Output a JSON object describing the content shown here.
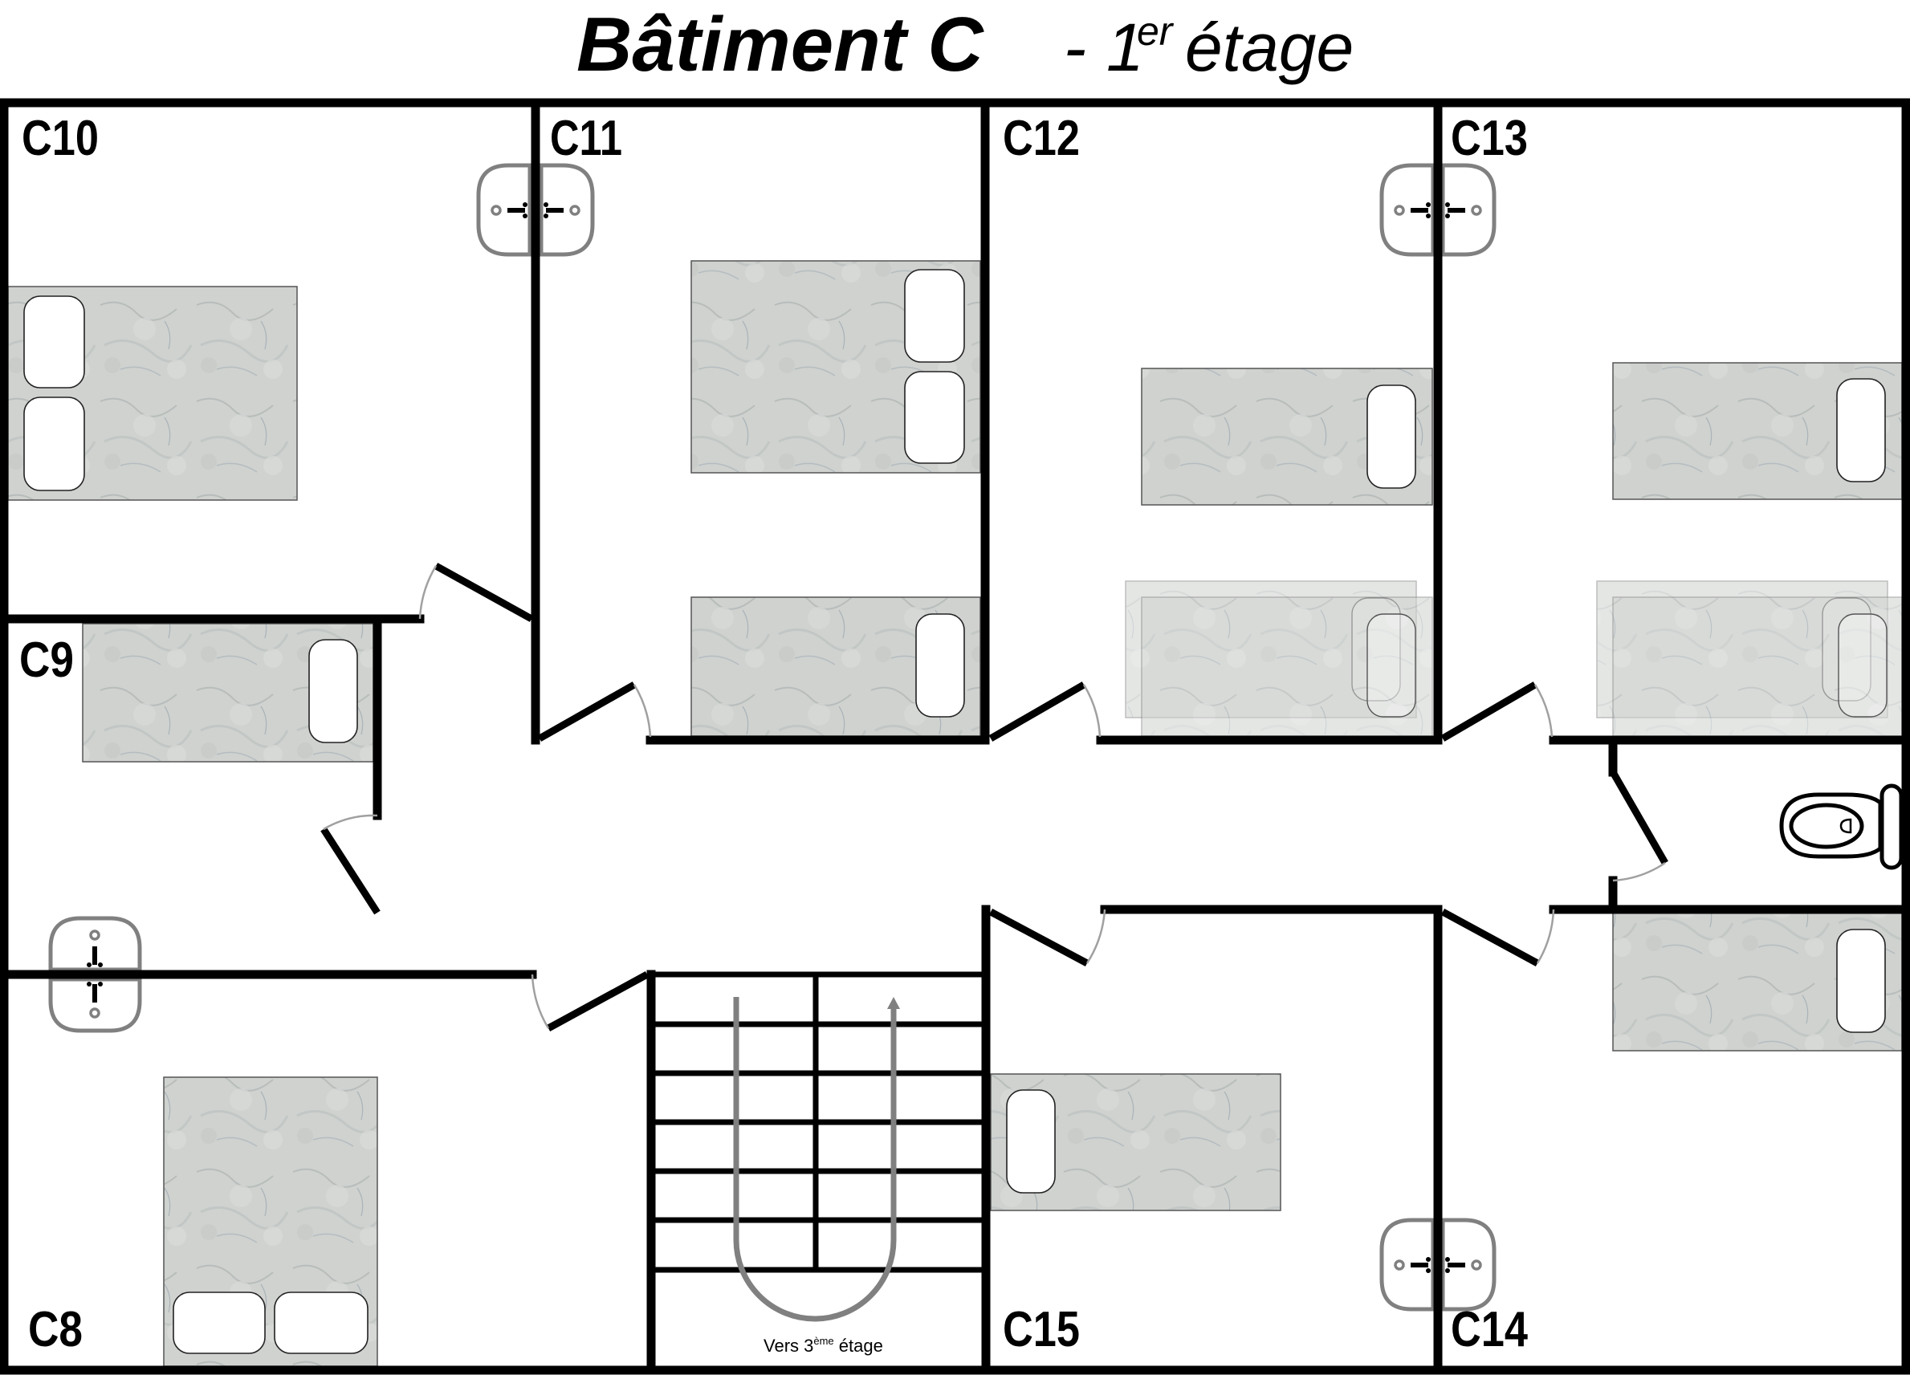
{
  "title": {
    "building": "Bâtiment C",
    "separator": "-",
    "floor_number": "1",
    "floor_suffix": "er",
    "floor_word": "étage"
  },
  "rooms": [
    {
      "id": "C10",
      "label": "C10",
      "beds": "double"
    },
    {
      "id": "C11",
      "label": "C11",
      "beds": "double + single"
    },
    {
      "id": "C12",
      "label": "C12",
      "beds": "single + bunk"
    },
    {
      "id": "C13",
      "label": "C13",
      "beds": "single + bunk"
    },
    {
      "id": "C9",
      "label": "C9",
      "beds": "single"
    },
    {
      "id": "C8",
      "label": "C8",
      "beds": "double"
    },
    {
      "id": "C15",
      "label": "C15",
      "beds": "single"
    },
    {
      "id": "C14",
      "label": "C14",
      "beds": "single"
    }
  ],
  "staircase": {
    "label_prefix": "Vers 3",
    "label_sup": "ème",
    "label_suffix": " étage",
    "icon": "u-turn-arrow-icon"
  },
  "fixtures": {
    "toilet_icon": "toilet-icon",
    "sink_icon": "sink-icon",
    "bed_icon": "bed-icon"
  },
  "colors": {
    "wall": "#000000",
    "fixture_outline": "#808080",
    "bed_fill": "#cfd2cf",
    "background": "#ffffff"
  }
}
